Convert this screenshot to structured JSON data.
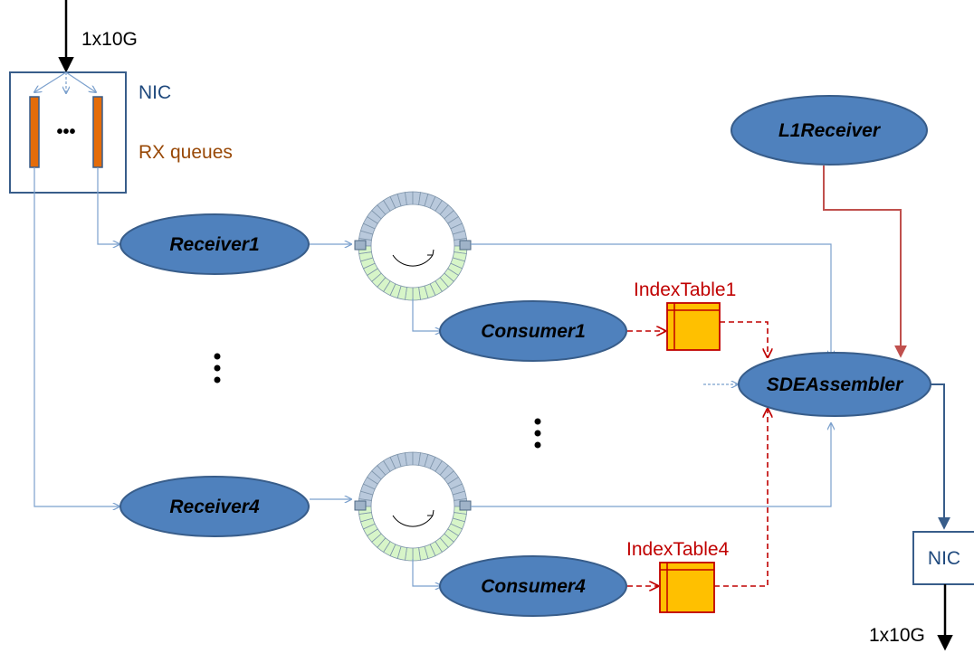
{
  "input_link": {
    "label": "1x10G"
  },
  "output_link": {
    "label": "1x10G"
  },
  "nic_in": {
    "label": "NIC",
    "queues_label": "RX queues",
    "ellipsis": "•••"
  },
  "nic_out": {
    "label": "NIC"
  },
  "nodes": {
    "receiver1": "Receiver1",
    "receiver4": "Receiver4",
    "consumer1": "Consumer1",
    "consumer4": "Consumer4",
    "l1receiver": "L1Receiver",
    "assembler": "SDEAssembler"
  },
  "index_tables": {
    "table1": "IndexTable1",
    "table4": "IndexTable4"
  },
  "colors": {
    "node_fill": "#4f81bd",
    "node_stroke": "#385d8a",
    "nic_stroke": "#385d8a",
    "nic_label": "#1f497d",
    "queue_fill": "#e46c0a",
    "queues_label": "#984806",
    "flow_line": "#7ba0cd",
    "index_red": "#c00000",
    "index_fill": "#ffc000",
    "l1_line": "#c0504d",
    "ring_top": "#b9c9dc",
    "ring_bottom": "#d7f5c8"
  }
}
